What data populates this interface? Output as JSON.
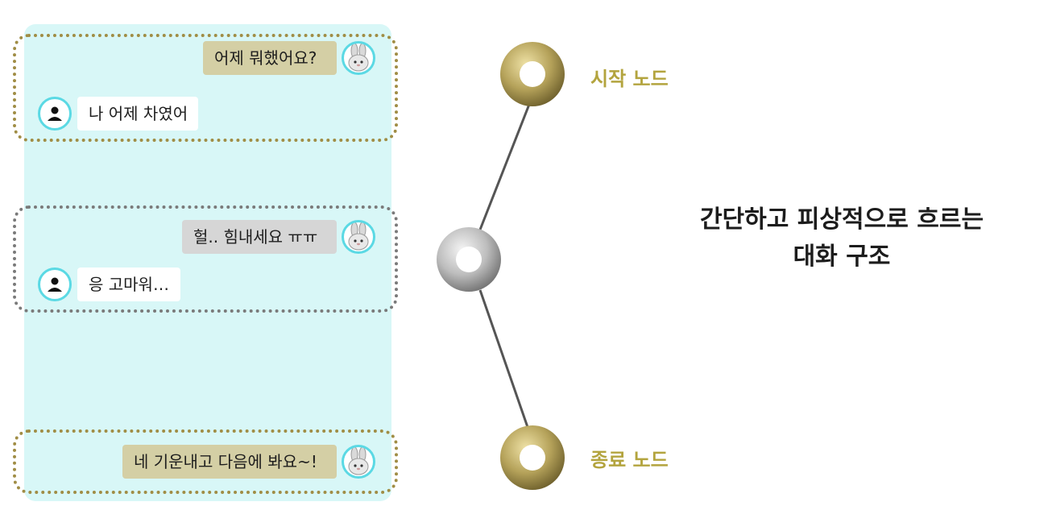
{
  "conversation": {
    "turns": [
      {
        "bot_message": "어제 뭐했어요?",
        "user_message": "나 어제 차였어"
      },
      {
        "bot_message": "헐.. 힘내세요 ㅠㅠ",
        "user_message": "응 고마워…"
      },
      {
        "bot_message": "네 기운내고 다음에 봐요~!"
      }
    ]
  },
  "flow": {
    "start_label": "시작 노드",
    "end_label": "종료 노드"
  },
  "caption": {
    "line1": "간단하고 피상적으로 흐르는",
    "line2": "대화 구조"
  },
  "colors": {
    "panel_bg": "#d8f7f7",
    "gold_border": "#a08d45",
    "gray_border": "#7a7a7a",
    "bot_bubble_gold": "#d4cfa5",
    "bot_bubble_gray": "#d6d6d6",
    "avatar_ring": "#5bd9e4",
    "node_label": "#b3a43e"
  },
  "icons": [
    "bunny-avatar-icon",
    "user-avatar-icon",
    "start-node-icon",
    "middle-node-icon",
    "end-node-icon"
  ]
}
